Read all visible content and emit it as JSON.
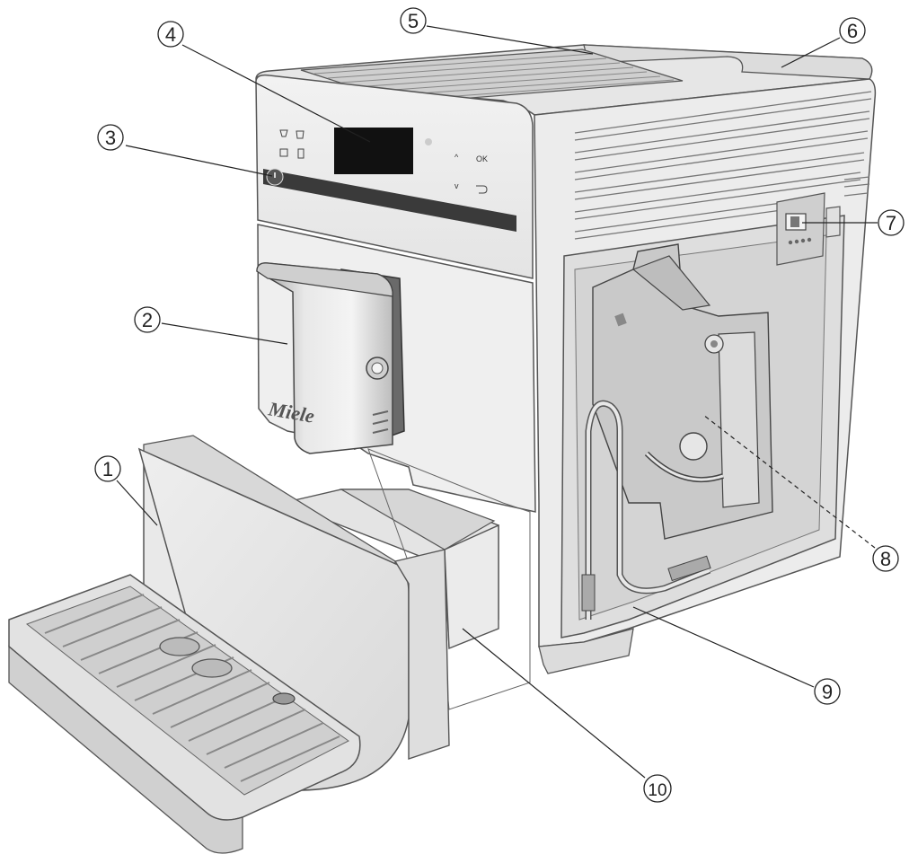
{
  "diagram": {
    "callouts": [
      {
        "number": "1",
        "part": "drip tray"
      },
      {
        "number": "2",
        "part": "central spout"
      },
      {
        "number": "3",
        "part": "on/off button"
      },
      {
        "number": "4",
        "part": "display"
      },
      {
        "number": "5",
        "part": "bean container lid"
      },
      {
        "number": "6",
        "part": "water container lid"
      },
      {
        "number": "7",
        "part": "interface"
      },
      {
        "number": "8",
        "part": "brew unit"
      },
      {
        "number": "9",
        "part": "water tube"
      },
      {
        "number": "10",
        "part": "waste container"
      }
    ],
    "brand": "Miele",
    "control_panel": {
      "ok_label": "OK"
    }
  }
}
